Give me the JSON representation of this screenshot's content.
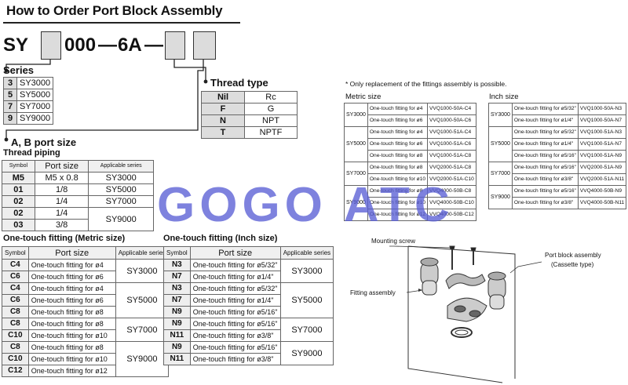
{
  "title": "How to Order Port Block Assembly",
  "model_code": {
    "prefix": "SY",
    "mid": "000",
    "dash1": "—",
    "suffix": "6A",
    "dash2": "—"
  },
  "series": {
    "label": "Series",
    "rows": [
      {
        "k": "3",
        "v": "SY3000"
      },
      {
        "k": "5",
        "v": "SY5000"
      },
      {
        "k": "7",
        "v": "SY7000"
      },
      {
        "k": "9",
        "v": "SY9000"
      }
    ]
  },
  "thread_type": {
    "label": "Thread type",
    "rows": [
      {
        "k": "Nil",
        "v": "Rc"
      },
      {
        "k": "F",
        "v": "G"
      },
      {
        "k": "N",
        "v": "NPT"
      },
      {
        "k": "T",
        "v": "NPTF"
      }
    ]
  },
  "ab_port": {
    "label": "A, B port size",
    "thread_piping": {
      "label": "Thread piping",
      "headers": [
        "Symbol",
        "Port size",
        "Applicable series"
      ],
      "rows": [
        {
          "sym": "M5",
          "size": "M5 x 0.8",
          "series": "SY3000"
        },
        {
          "sym": "01",
          "size": "1/8",
          "series": "SY5000"
        },
        {
          "sym": "02",
          "size": "1/4",
          "series": "SY7000"
        },
        {
          "sym": "02",
          "size": "1/4",
          "series": "SY9000"
        },
        {
          "sym": "03",
          "size": "3/8",
          "series": ""
        }
      ]
    },
    "metric": {
      "label": "One-touch fitting (Metric size)",
      "headers": [
        "Symbol",
        "Port size",
        "Applicable series"
      ],
      "rows": [
        {
          "sym": "C4",
          "size": "One-touch fitting for ø4"
        },
        {
          "sym": "C6",
          "size": "One-touch fitting for ø6"
        },
        {
          "sym": "C4",
          "size": "One-touch fitting for ø4"
        },
        {
          "sym": "C6",
          "size": "One-touch fitting for ø6"
        },
        {
          "sym": "C8",
          "size": "One-touch fitting for ø8"
        },
        {
          "sym": "C8",
          "size": "One-touch fitting for ø8"
        },
        {
          "sym": "C10",
          "size": "One-touch fitting for ø10"
        },
        {
          "sym": "C8",
          "size": "One-touch fitting for ø8"
        },
        {
          "sym": "C10",
          "size": "One-touch fitting for ø10"
        },
        {
          "sym": "C12",
          "size": "One-touch fitting for ø12"
        }
      ],
      "series": [
        "SY3000",
        "SY5000",
        "SY7000",
        "SY9000"
      ]
    },
    "inch": {
      "label": "One-touch fitting (Inch size)",
      "headers": [
        "Symbol",
        "Port size",
        "Applicable series"
      ],
      "rows": [
        {
          "sym": "N3",
          "size": "One-touch fitting for ø5/32\""
        },
        {
          "sym": "N7",
          "size": "One-touch fitting for ø1/4\""
        },
        {
          "sym": "N3",
          "size": "One-touch fitting for ø5/32\""
        },
        {
          "sym": "N7",
          "size": "One-touch fitting for ø1/4\""
        },
        {
          "sym": "N9",
          "size": "One-touch fitting for ø5/16\""
        },
        {
          "sym": "N9",
          "size": "One-touch fitting for ø5/16\""
        },
        {
          "sym": "N11",
          "size": "One-touch fitting for ø3/8\""
        },
        {
          "sym": "N9",
          "size": "One-touch fitting for ø5/16\""
        },
        {
          "sym": "N11",
          "size": "One-touch fitting for ø3/8\""
        }
      ],
      "series": [
        "SY3000",
        "SY5000",
        "SY7000",
        "SY9000"
      ]
    }
  },
  "replacement": {
    "note": "* Only replacement of the fittings assembly is possible.",
    "metric": {
      "label": "Metric size",
      "groups": [
        {
          "series": "SY3000",
          "rows": [
            [
              "One-touch fitting for ø4",
              "VVQ1000-50A-C4"
            ],
            [
              "One-touch fitting for ø6",
              "VVQ1000-50A-C6"
            ]
          ]
        },
        {
          "series": "SY5000",
          "rows": [
            [
              "One-touch fitting for ø4",
              "VVQ1000-51A-C4"
            ],
            [
              "One-touch fitting for ø6",
              "VVQ1000-51A-C6"
            ],
            [
              "One-touch fitting for ø8",
              "VVQ1000-51A-C8"
            ]
          ]
        },
        {
          "series": "SY7000",
          "rows": [
            [
              "One-touch fitting for ø8",
              "VVQ2000-51A-C8"
            ],
            [
              "One-touch fitting for ø10",
              "VVQ2000-51A-C10"
            ]
          ]
        },
        {
          "series": "SY9000",
          "rows": [
            [
              "One-touch fitting for ø8",
              "VVQ4000-50B-C8"
            ],
            [
              "One-touch fitting for ø10",
              "VVQ4000-50B-C10"
            ],
            [
              "One-touch fitting for ø12",
              "VVQ4000-50B-C12"
            ]
          ]
        }
      ]
    },
    "inch": {
      "label": "Inch size",
      "groups": [
        {
          "series": "SY3000",
          "rows": [
            [
              "One-touch fitting for ø5/32\"",
              "VVQ1000-50A-N3"
            ],
            [
              "One-touch fitting for ø1/4\"",
              "VVQ1000-50A-N7"
            ]
          ]
        },
        {
          "series": "SY5000",
          "rows": [
            [
              "One-touch fitting for ø5/32\"",
              "VVQ1000-51A-N3"
            ],
            [
              "One-touch fitting for ø1/4\"",
              "VVQ1000-51A-N7"
            ],
            [
              "One-touch fitting for ø5/16\"",
              "VVQ1000-51A-N9"
            ]
          ]
        },
        {
          "series": "SY7000",
          "rows": [
            [
              "One-touch fitting for ø5/16\"",
              "VVQ2000-51A-N9"
            ],
            [
              "One-touch fitting for ø3/8\"",
              "VVQ2000-51A-N11"
            ]
          ]
        },
        {
          "series": "SY9000",
          "rows": [
            [
              "One-touch fitting for ø5/16\"",
              "VVQ4000-50B-N9"
            ],
            [
              "One-touch fitting for ø3/8\"",
              "VVQ4000-50B-N11"
            ]
          ]
        }
      ]
    }
  },
  "diagram": {
    "mounting_screw": "Mounting screw",
    "fitting_assembly": "Fitting assembly",
    "port_block": "Port block assembly",
    "port_block_sub": "(Cassette type)"
  },
  "watermark": "GOGO ATC"
}
